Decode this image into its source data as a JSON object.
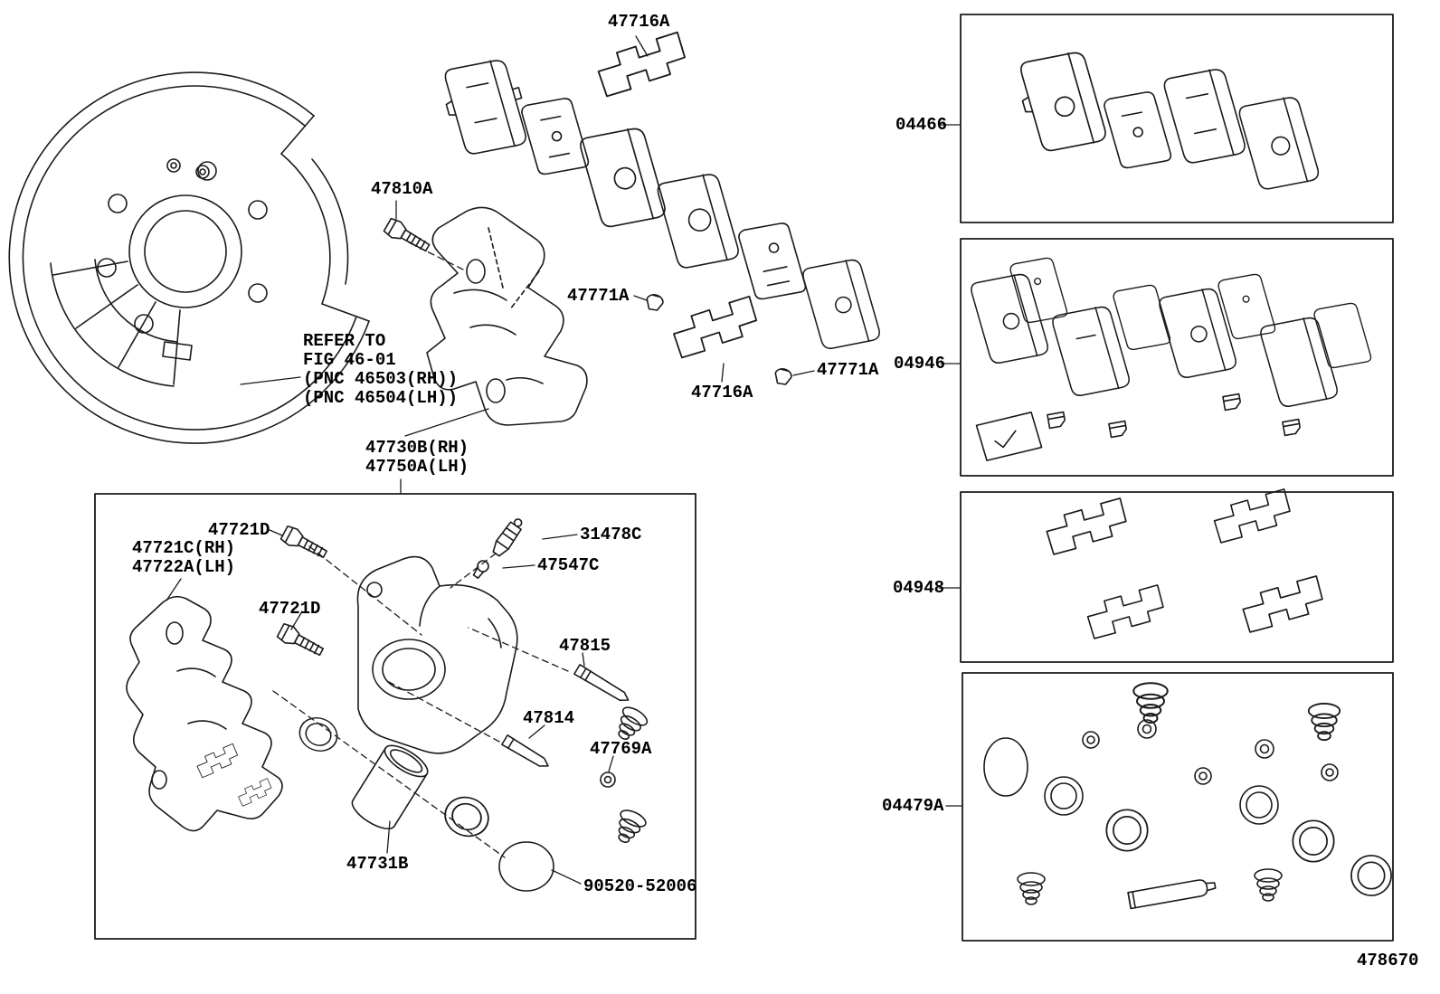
{
  "figure": {
    "code": "478670"
  },
  "notes": {
    "refer": [
      "REFER TO",
      "FIG 46-01",
      "(PNC 46503(RH))",
      "(PNC 46504(LH))"
    ]
  },
  "labels": {
    "pad_support_plate_top": "47716A",
    "caliper_mount_bolt": "47810A",
    "anti_rattle_clip_left": "47771A",
    "anti_rattle_clip_right": "47771A",
    "pad_support_plate_bottom": "47716A",
    "caliper_assy_rh": "47730B(RH)",
    "caliper_assy_lh": "47750A(LH)",
    "slide_bolt_upper": "47721D",
    "bleeder_plug": "31478C",
    "bleeder_cap": "47547C",
    "mounting_bracket_rh": "47721C(RH)",
    "mounting_bracket_lh": "47722A(LH)",
    "slide_bolt_lower": "47721D",
    "slide_pin_upper": "47815",
    "slide_pin_lower": "47814",
    "pin_bushing": "47769A",
    "piston": "47731B",
    "ring": "90520-52006"
  },
  "kits": {
    "pads": "04466",
    "pad_kit": "04946",
    "fitting_kit": "04948",
    "cylinder_kit": "04479A"
  }
}
